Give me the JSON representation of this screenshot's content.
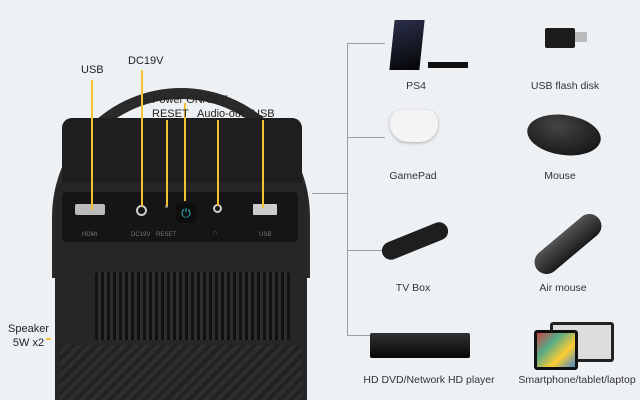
{
  "callouts": {
    "usb_left": "USB",
    "dc": "DC19V",
    "power": "Power ON/OFF",
    "reset": "RESET",
    "audio": "Audio-out",
    "usb_right": "USB",
    "speaker_line1": "Speaker",
    "speaker_line2": "5W x2"
  },
  "port_labels": {
    "hdmi": "HDMI",
    "dc": "DC19V",
    "reset": "RESET",
    "usb": "USB"
  },
  "devices": [
    {
      "label": "PS4",
      "icon": "game-console-icon"
    },
    {
      "label": "USB flash disk",
      "icon": "usb-drive-icon"
    },
    {
      "label": "GamePad",
      "icon": "gamepad-icon"
    },
    {
      "label": "Mouse",
      "icon": "mouse-icon"
    },
    {
      "label": "TV Box",
      "icon": "tv-stick-icon"
    },
    {
      "label": "Air mouse",
      "icon": "air-mouse-icon"
    },
    {
      "label": "HD DVD/Network HD player",
      "icon": "dvd-player-icon"
    },
    {
      "label": "Smartphone/tablet/laptop",
      "icon": "devices-icon"
    }
  ],
  "colors": {
    "callout": "#f2c230",
    "power_led": "#2ec4d6",
    "bracket": "#9aa0a6"
  }
}
